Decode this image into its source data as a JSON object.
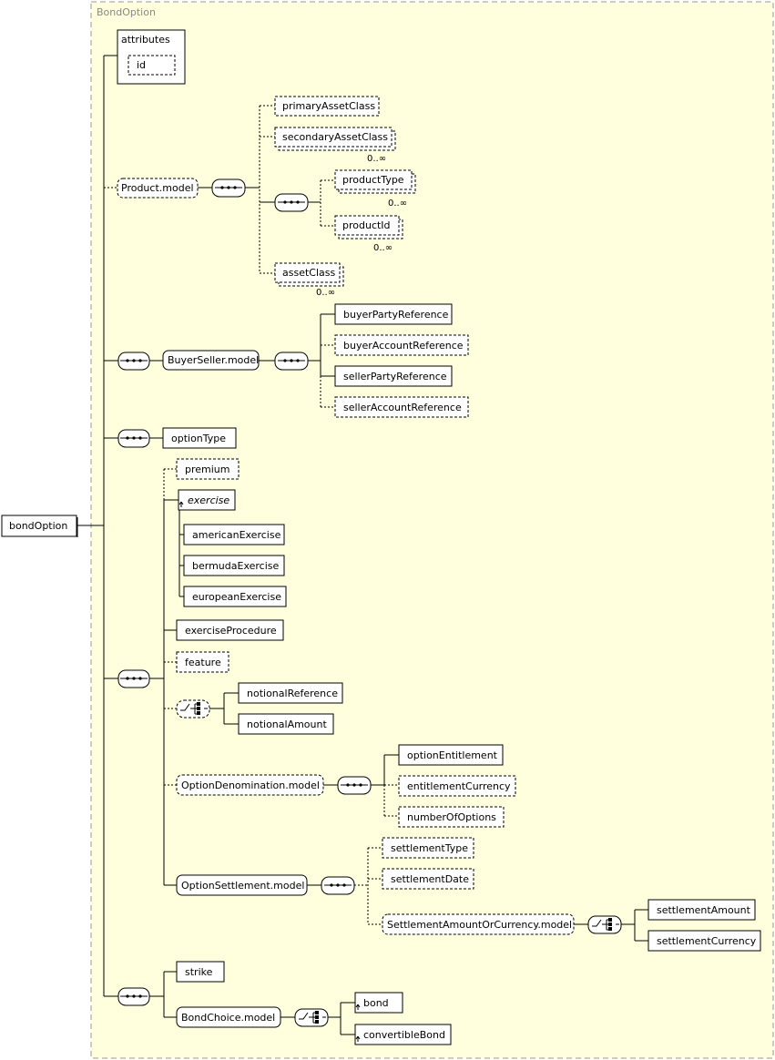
{
  "group_label": "BondOption",
  "root": "bondOption",
  "attributes": {
    "title": "attributes",
    "items": [
      "id"
    ]
  },
  "product_model": {
    "label": "Product.model",
    "primaryAssetClass": "primaryAssetClass",
    "secondaryAssetClass": "secondaryAssetClass",
    "productType": "productType",
    "productId": "productId",
    "assetClass": "assetClass",
    "card": "0..∞"
  },
  "buyer_seller": {
    "label": "BuyerSeller.model",
    "items": [
      "buyerPartyReference",
      "buyerAccountReference",
      "sellerPartyReference",
      "sellerAccountReference"
    ]
  },
  "option_type": "optionType",
  "main_sequence": {
    "premium": "premium",
    "exercise": "exercise",
    "exercise_subs": [
      "americanExercise",
      "bermudaExercise",
      "europeanExercise"
    ],
    "exerciseProcedure": "exerciseProcedure",
    "feature": "feature",
    "notional_choice": [
      "notionalReference",
      "notionalAmount"
    ]
  },
  "option_denomination": {
    "label": "OptionDenomination.model",
    "items": [
      "optionEntitlement",
      "entitlementCurrency",
      "numberOfOptions"
    ]
  },
  "option_settlement": {
    "label": "OptionSettlement.model",
    "settlementType": "settlementType",
    "settlementDate": "settlementDate",
    "amount_or_currency": {
      "label": "SettlementAmountOrCurrency.model",
      "items": [
        "settlementAmount",
        "settlementCurrency"
      ]
    }
  },
  "strike": "strike",
  "bond_choice": {
    "label": "BondChoice.model",
    "items": [
      "bond",
      "convertibleBond"
    ]
  }
}
